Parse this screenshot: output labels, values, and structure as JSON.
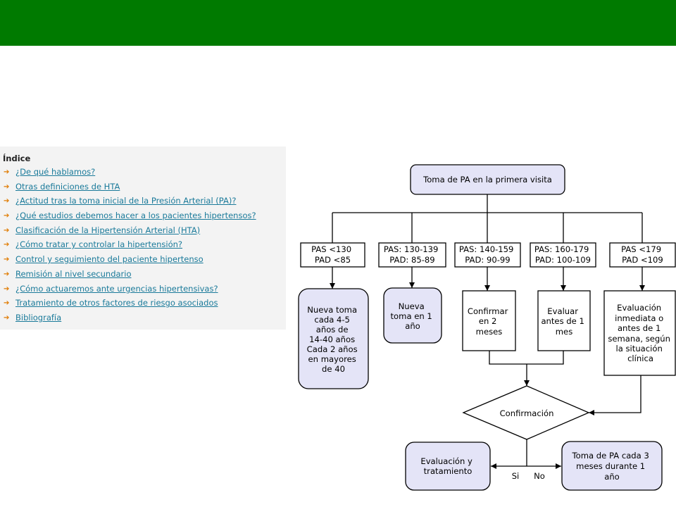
{
  "index": {
    "title": "Índice",
    "items": [
      "¿De qué hablamos?",
      "Otras definiciones de HTA",
      "¿Actitud tras la toma inicial de la Presión Arterial (PA)?",
      "¿Qué estudios debemos hacer a los pacientes hipertensos?",
      "Clasificación de la Hipertensión Arterial (HTA)",
      "¿Cómo tratar y controlar la hipertensión?",
      "Control y seguimiento del paciente hipertenso",
      "Remisión al nivel secundario",
      "¿Cómo actuaremos ante urgencias hipertensivas?",
      "Tratamiento de otros factores de riesgo asociados",
      "Bibliografía"
    ]
  },
  "flowchart": {
    "start": [
      "Toma de PA en la primera visita"
    ],
    "categories": [
      [
        "PAS <130",
        "PAD <85"
      ],
      [
        "PAS: 130-139",
        "PAD: 85-89"
      ],
      [
        "PAS: 140-159",
        "PAD: 90-99"
      ],
      [
        "PAS: 160-179",
        "PAD: 100-109"
      ],
      [
        "PAS <179",
        "PAD <109"
      ]
    ],
    "actions": [
      [
        "Nueva toma",
        "cada 4-5",
        "años de",
        "14-40 años",
        "Cada 2 años",
        "en mayores",
        "de 40"
      ],
      [
        "Nueva",
        "toma en 1",
        "año"
      ],
      [
        "Confirmar",
        "en 2",
        "meses"
      ],
      [
        "Evaluar",
        "antes de 1",
        "mes"
      ],
      [
        "Evaluación",
        "inmediata o",
        "antes de 1",
        "semana, según",
        "la situación",
        "clínica"
      ]
    ],
    "decision": [
      "Confirmación"
    ],
    "yes_label": "Si",
    "no_label": "No",
    "yes_result": [
      "Evaluación y",
      "tratamiento"
    ],
    "no_result": [
      "Toma de PA cada 3",
      "meses durante 1",
      "año"
    ]
  },
  "colors": {
    "header": "#007a00",
    "rounded_box_fill": "#e4e4f7",
    "link": "#1a7a9a",
    "arrow_bullet": "#e07b00"
  }
}
